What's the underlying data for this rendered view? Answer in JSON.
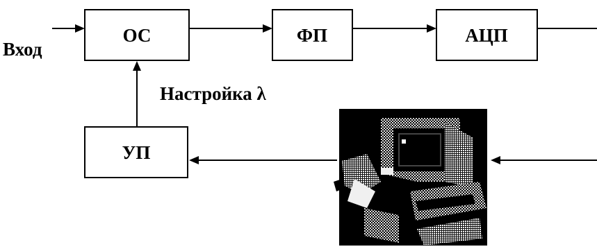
{
  "blocks": {
    "os": "ОС",
    "fp": "ФП",
    "adc": "АЦП",
    "up": "УП"
  },
  "labels": {
    "input": "Вход",
    "tuning": "Настройка λ"
  },
  "colors": {
    "line": "#000000",
    "background": "#ffffff",
    "computer_dark": "#000000",
    "computer_light": "#e6e6e6"
  },
  "icons": {
    "computer": "computer-icon"
  }
}
